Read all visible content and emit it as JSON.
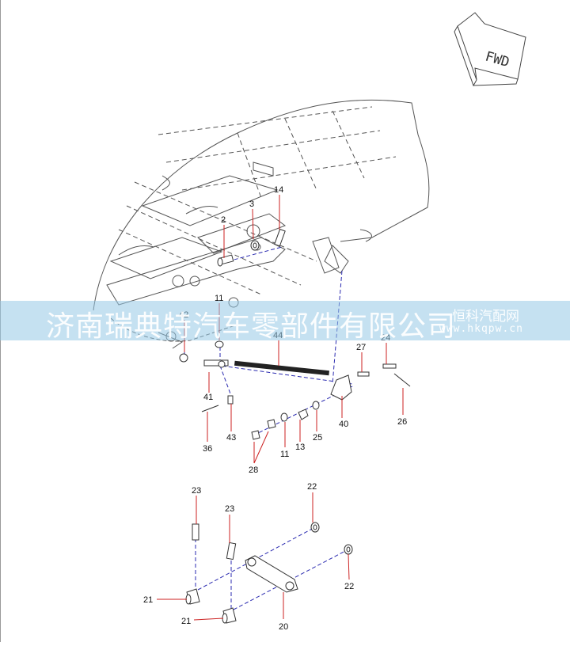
{
  "diagram": {
    "direction_label": "FWD",
    "callouts": [
      {
        "id": "14",
        "text": "14"
      },
      {
        "id": "2",
        "text": "2"
      },
      {
        "id": "3",
        "text": "3"
      },
      {
        "id": "11a",
        "text": "11"
      },
      {
        "id": "42",
        "text": "42"
      },
      {
        "id": "44",
        "text": "44"
      },
      {
        "id": "27",
        "text": "27"
      },
      {
        "id": "24",
        "text": "24"
      },
      {
        "id": "41",
        "text": "41"
      },
      {
        "id": "40",
        "text": "40"
      },
      {
        "id": "26",
        "text": "26"
      },
      {
        "id": "36",
        "text": "36"
      },
      {
        "id": "43",
        "text": "43"
      },
      {
        "id": "25",
        "text": "25"
      },
      {
        "id": "13",
        "text": "13"
      },
      {
        "id": "11b",
        "text": "11"
      },
      {
        "id": "28",
        "text": "28"
      },
      {
        "id": "23a",
        "text": "23"
      },
      {
        "id": "23b",
        "text": "23"
      },
      {
        "id": "22a",
        "text": "22"
      },
      {
        "id": "22b",
        "text": "22"
      },
      {
        "id": "21a",
        "text": "21"
      },
      {
        "id": "21b",
        "text": "21"
      },
      {
        "id": "20",
        "text": "20"
      }
    ]
  },
  "watermark": {
    "main": "济南瑞典特汽车零部件有限公司",
    "brand": "恒科汽配网",
    "url": "www.hkqpw.cn"
  },
  "colors": {
    "line": "#444444",
    "leader": "#cc2222",
    "assembly": "#2a2ab0",
    "watermark_band": "#96c8e6"
  }
}
